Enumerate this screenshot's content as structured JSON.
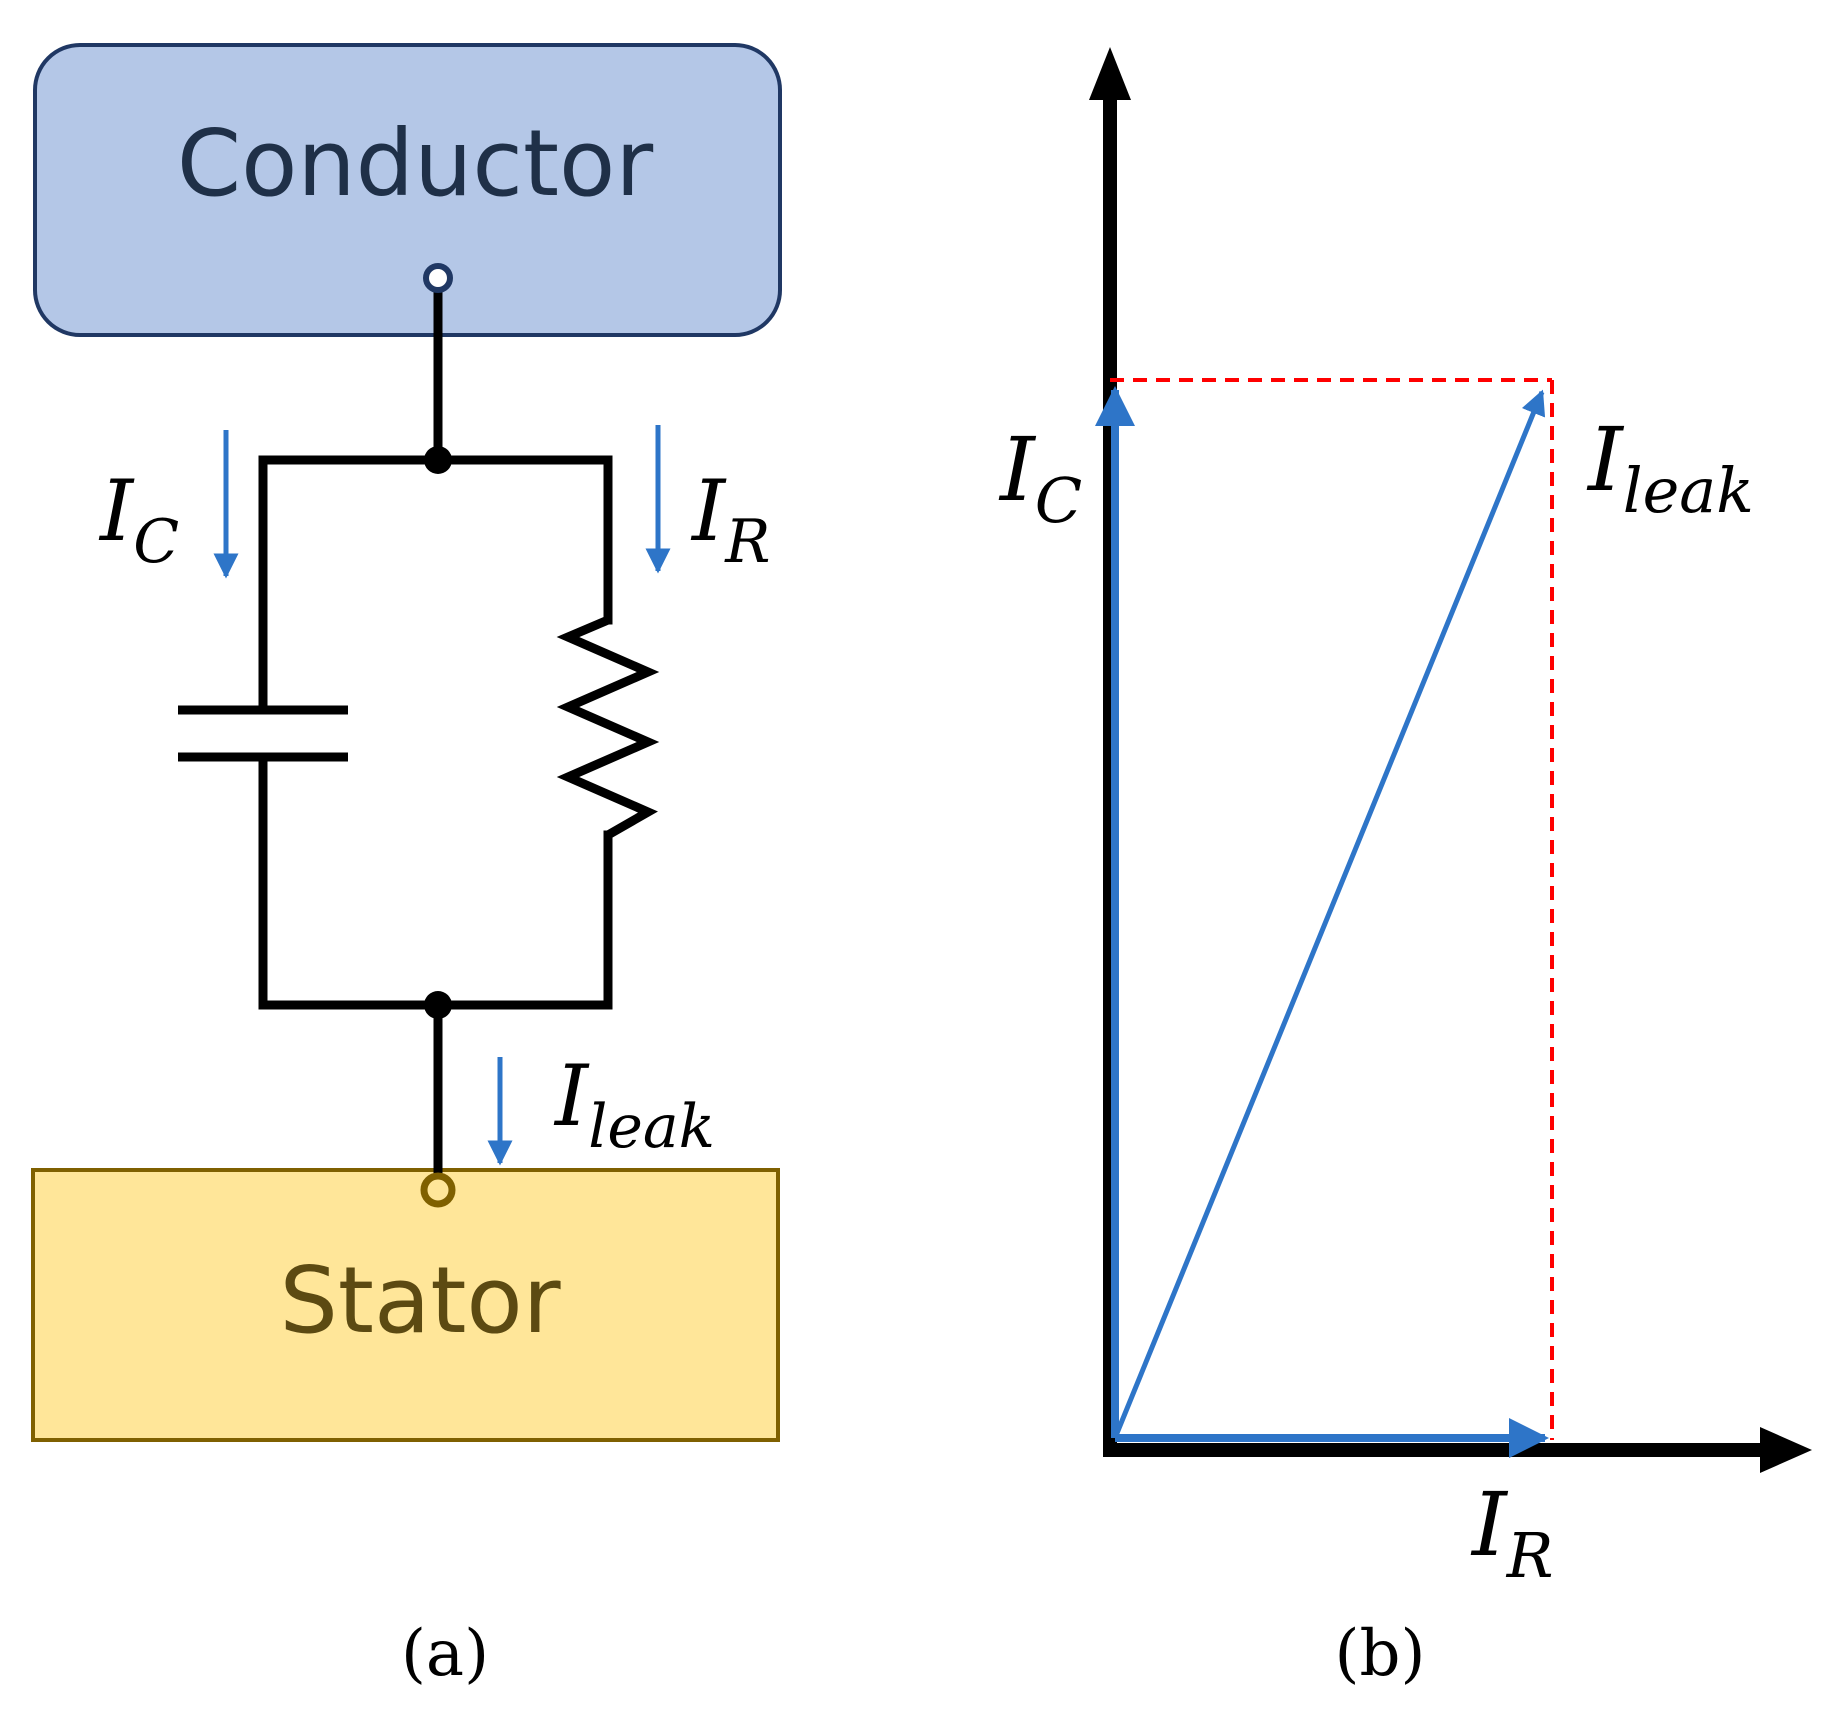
{
  "panel_a": {
    "conductor_label": "Conductor",
    "stator_label": "Stator",
    "currents": {
      "ic": {
        "main": "I",
        "sub": "C"
      },
      "ir": {
        "main": "I",
        "sub": "R"
      },
      "ileak": {
        "main": "I",
        "sub": "leak"
      }
    },
    "caption": "(a)"
  },
  "panel_b": {
    "labels": {
      "ic": {
        "main": "I",
        "sub": "C"
      },
      "ir": {
        "main": "I",
        "sub": "R"
      },
      "ileak": {
        "main": "I",
        "sub": "leak"
      }
    },
    "caption": "(b)"
  },
  "colors": {
    "conductor_fill": "#b4c7e7",
    "conductor_stroke": "#203864",
    "conductor_text": "#1f3048",
    "stator_fill": "#ffe699",
    "stator_stroke": "#7f6000",
    "stator_text": "#5c4a12",
    "current_arrow": "#2e75c8",
    "dashed_line": "#ff0000",
    "wire": "#000000"
  }
}
